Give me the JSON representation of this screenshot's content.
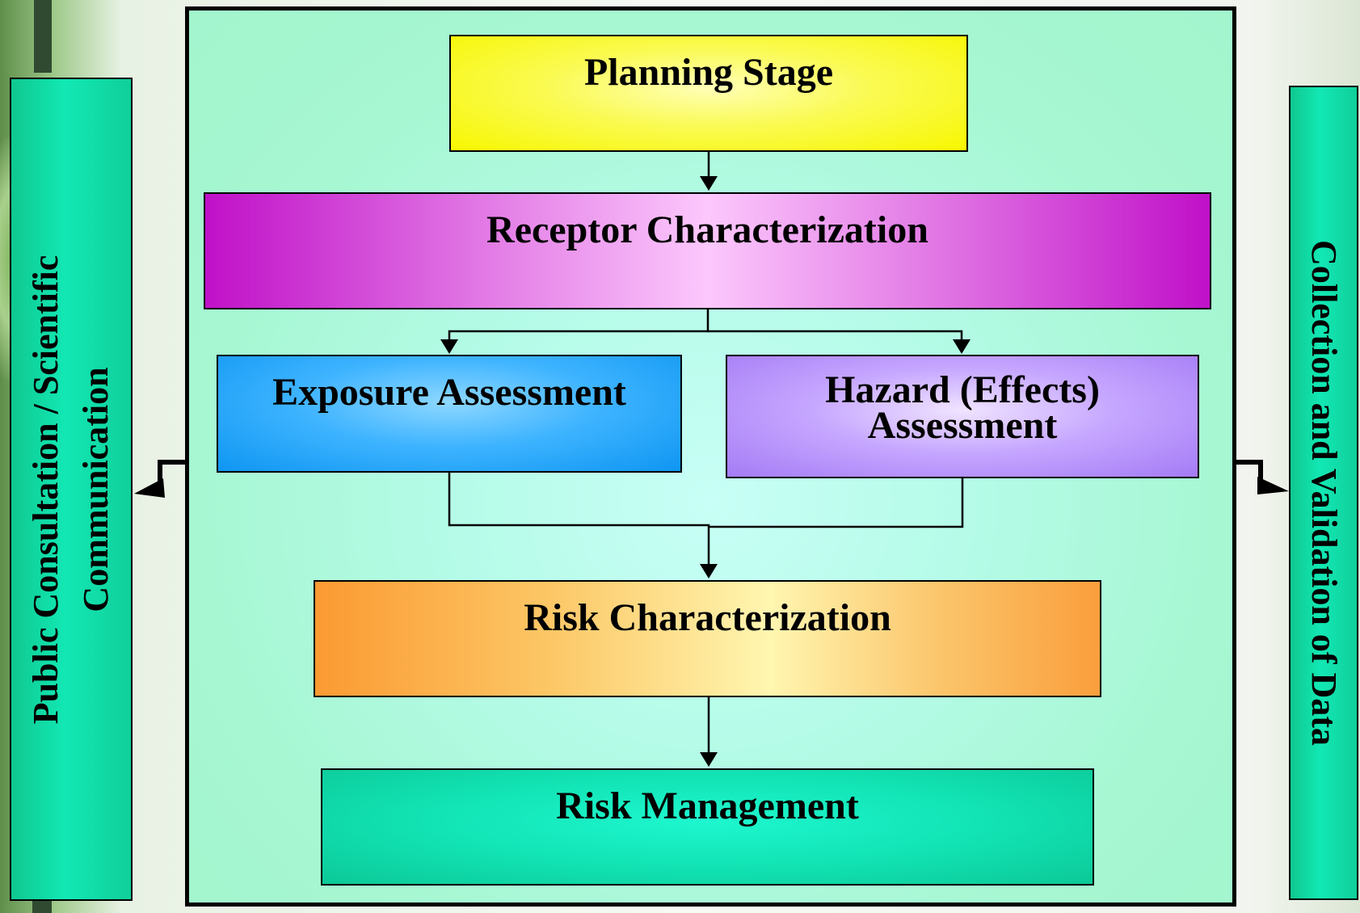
{
  "diagram": {
    "boxes": {
      "planning": "Planning Stage",
      "receptor": "Receptor Characterization",
      "exposure": "Exposure Assessment",
      "hazard_line1": "Hazard (Effects)",
      "hazard_line2": "Assessment",
      "risk_characterization": "Risk Characterization",
      "risk_management": "Risk Management"
    },
    "side_left": {
      "line1": "Public Consultation / Scientific",
      "line2": "Communication"
    },
    "side_right": {
      "line1": "Collection and Validation of Data"
    },
    "colors": {
      "panel": "#a6f7d2",
      "planning": "#f7f700",
      "receptor": "#c010c8",
      "exposure": "#0e96f2",
      "hazard": "#a47bf5",
      "risk_characterization": "#fb9a32",
      "risk_management": "#0cc897",
      "side_bars": "#12e8b4"
    }
  }
}
